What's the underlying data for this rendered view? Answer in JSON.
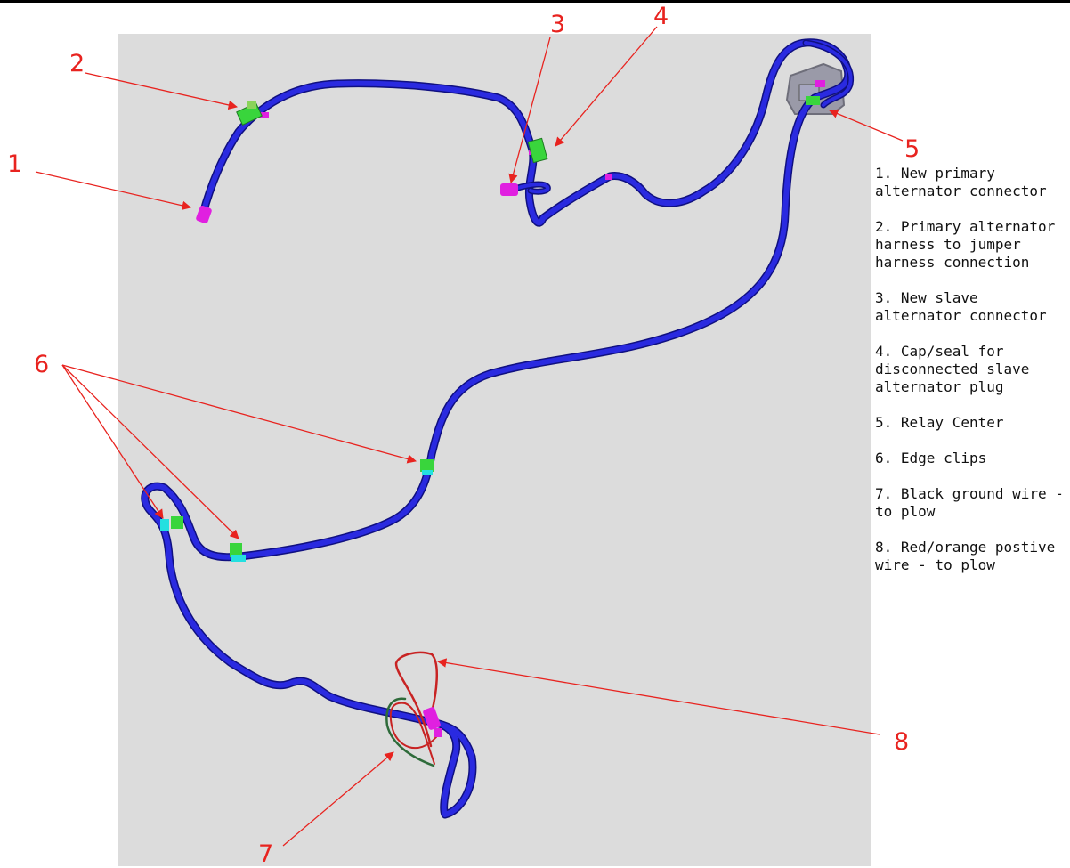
{
  "callouts": [
    "1",
    "2",
    "3",
    "4",
    "5",
    "6",
    "7",
    "8"
  ],
  "legend": [
    "1. New primary alternator connector",
    "2. Primary alternator harness to jumper harness connection",
    "3. New slave alternator connector",
    "4. Cap/seal for disconnected slave alternator plug",
    "5. Relay Center",
    "6. Edge clips",
    "7. Black ground wire - to plow",
    "8. Red/orange postive wire - to plow"
  ],
  "colors": {
    "harness": "#1c1ccc",
    "callout": "#e8231f",
    "connector": "#e020e0",
    "clip": "#39d53c",
    "clip_base": "#24e0e0",
    "ground_wire": "#2e6b3a",
    "positive_wire": "#c82323",
    "relay_center": "#9a9aa8"
  }
}
